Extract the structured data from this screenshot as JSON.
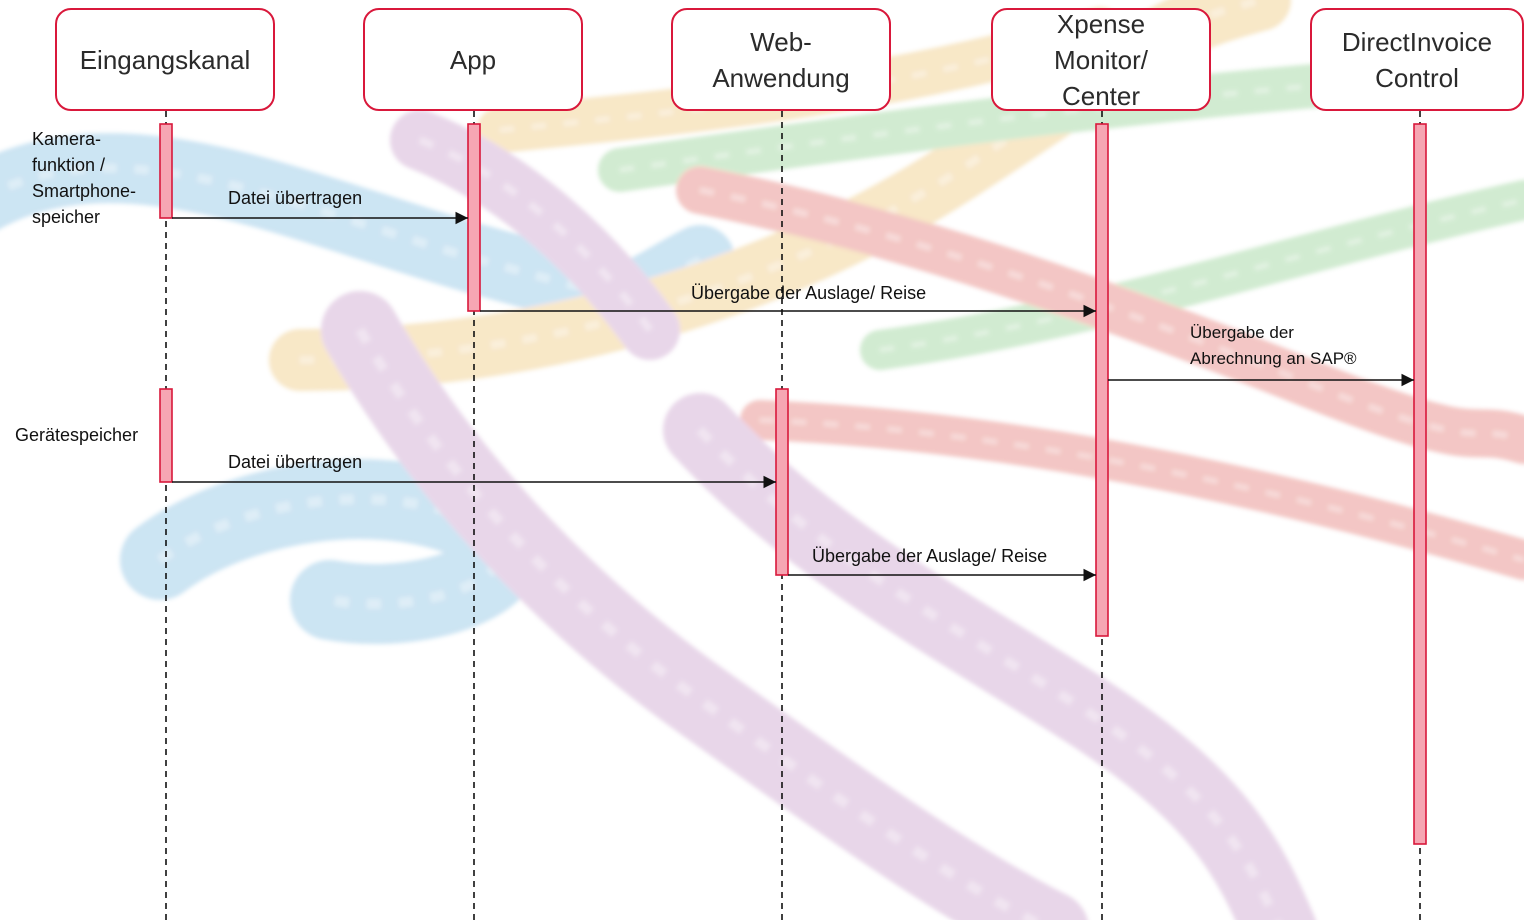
{
  "colors": {
    "header_border": "#d9183b",
    "activation_fill": "#f6a6b3",
    "activation_border": "#d9183b",
    "lifeline": "#111111",
    "arrow": "#111111",
    "rope_blue": "#5aa9d8",
    "rope_yellow": "#e8b24a",
    "rope_green": "#6bbf6a",
    "rope_red": "#d9463f",
    "rope_purple": "#b57ab8"
  },
  "background": {
    "description_icon": "twisted-ropes-image"
  },
  "participants": [
    {
      "id": "eingangskanal",
      "label": "Eingangskanal"
    },
    {
      "id": "app",
      "label": "App"
    },
    {
      "id": "web",
      "label": "Web-\nAnwendung"
    },
    {
      "id": "xpense",
      "label": "Xpense\nMonitor/\nCenter"
    },
    {
      "id": "directinvoice",
      "label": "DirectInvoice\nControl"
    }
  ],
  "side_labels": [
    {
      "id": "kamera",
      "text": "Kamera-\nfunktion /\nSmartphone-\nspeicher"
    },
    {
      "id": "geraete",
      "text": "Gerätespeicher"
    }
  ],
  "messages": [
    {
      "id": "msg-datei-app",
      "text": "Datei übertragen",
      "from": "eingangskanal",
      "to": "app"
    },
    {
      "id": "msg-auslage-app",
      "text": "Übergabe der Auslage/ Reise",
      "from": "app",
      "to": "xpense"
    },
    {
      "id": "msg-sap",
      "text": "Übergabe der\nAbrechnung an SAP®",
      "from": "xpense",
      "to": "directinvoice"
    },
    {
      "id": "msg-datei-web",
      "text": "Datei übertragen",
      "from": "eingangskanal",
      "to": "web"
    },
    {
      "id": "msg-auslage-web",
      "text": "Übergabe der Auslage/ Reise",
      "from": "web",
      "to": "xpense"
    }
  ]
}
